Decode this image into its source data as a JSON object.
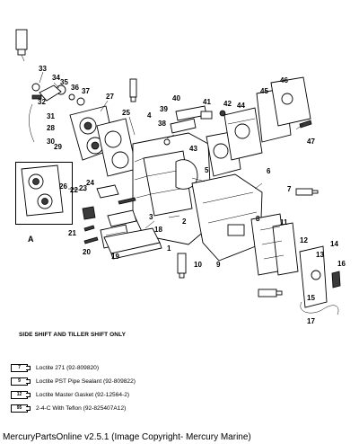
{
  "callouts": [
    "1",
    "2",
    "3",
    "4",
    "5",
    "6",
    "7",
    "8",
    "9",
    "10",
    "11",
    "12",
    "13",
    "14",
    "15",
    "16",
    "17",
    "18",
    "19",
    "20",
    "21",
    "22",
    "23",
    "24",
    "25",
    "26",
    "27",
    "28",
    "29",
    "30",
    "31",
    "32",
    "33",
    "34",
    "35",
    "36",
    "37",
    "38",
    "39",
    "40",
    "41",
    "42",
    "43",
    "44",
    "45",
    "46",
    "47"
  ],
  "reference_label": "A",
  "side_note": "SIDE SHIFT AND TILLER SHIFT ONLY",
  "legend": [
    {
      "code": "7",
      "text": "Loctite 271 (92-809820)"
    },
    {
      "code": "9",
      "text": "Loctite PST Pipe Sealant (92-809822)"
    },
    {
      "code": "12",
      "text": "Loctite Master Gasket (92-12564-2)"
    },
    {
      "code": "95",
      "text": "2-4-C With Teflon (92-825407A12)"
    }
  ],
  "footer": "MercuryPartsOnline v2.5.1 (Image Copyright- Mercury Marine)"
}
